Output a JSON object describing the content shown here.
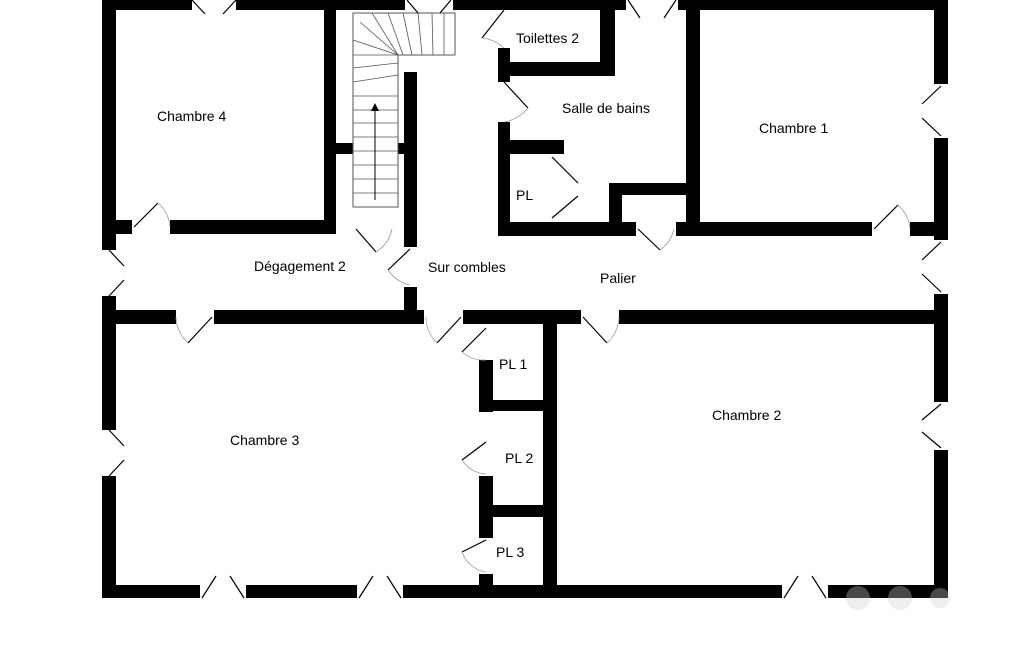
{
  "rooms": {
    "chambre4": "Chambre 4",
    "toilettes2": "Toilettes 2",
    "salle_de_bains": "Salle de bains",
    "chambre1": "Chambre 1",
    "pl": "PL",
    "degagement2": "Dégagement 2",
    "sur_combles": "Sur combles",
    "palier": "Palier",
    "pl1": "PL 1",
    "chambre3": "Chambre 3",
    "chambre2": "Chambre 2",
    "pl2": "PL 2",
    "pl3": "PL 3"
  },
  "colors": {
    "wall": "#000000",
    "background": "#ffffff",
    "door_arc": "#9a9a9a"
  }
}
